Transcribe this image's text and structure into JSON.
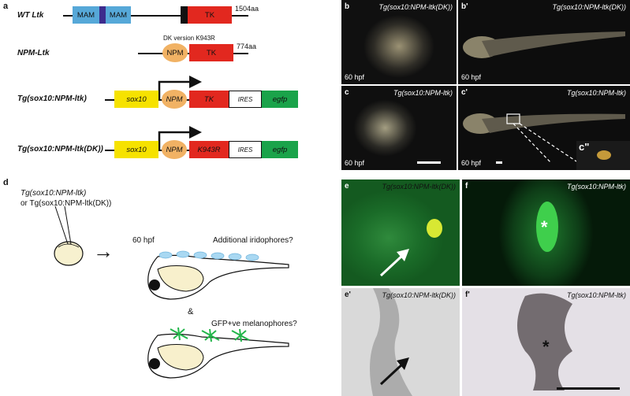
{
  "panel_labels": {
    "a": "a",
    "d": "d",
    "b": "b",
    "b2": "b'",
    "c": "c",
    "c2": "c'",
    "e": "e",
    "e2": "e'",
    "f": "f",
    "f2": "f'"
  },
  "constructs": [
    {
      "name": "WT Ltk",
      "length": "1504aa",
      "domains": [
        "MAM",
        "MAM",
        "TK"
      ]
    },
    {
      "name": "NPM-Ltk",
      "length": "774aa",
      "note": "DK version K943R",
      "domains": [
        "NPM",
        "TK"
      ]
    },
    {
      "name": "Tg(sox10:NPM-ltk)",
      "domains": [
        "sox10",
        "NPM",
        "TK",
        "IRES",
        "egfp"
      ]
    },
    {
      "name": "Tg(sox10:NPM-ltk(DK))",
      "domains": [
        "sox10",
        "NPM",
        "K943R",
        "IRES",
        "egfp"
      ]
    }
  ],
  "schematic_d": {
    "injection_line1": "Tg(sox10:NPM-ltk)",
    "injection_line2": "or Tg(sox10:NPM-ltk(DK))",
    "arrow": "→",
    "stage": "60 hpf",
    "question1": "Additional iridophores?",
    "amp": "&",
    "question2": "GFP+ve melanophores?"
  },
  "photos": {
    "b": {
      "title": "Tg(sox10:NPM-ltk(DK))",
      "stage": "60 hpf"
    },
    "b2": {
      "title": "Tg(sox10:NPM-ltk(DK))",
      "stage": "60 hpf"
    },
    "c": {
      "title": "Tg(sox10:NPM-ltk)",
      "stage": "60 hpf"
    },
    "c2": {
      "title": "Tg(sox10:NPM-ltk)",
      "stage": "60 hpf",
      "inset": "c\""
    },
    "e": {
      "title": "Tg(sox10:NPM-ltk(DK))"
    },
    "f": {
      "title": "Tg(sox10:NPM-ltk)",
      "marker": "*"
    },
    "e2": {
      "title": "Tg(sox10:NPM-ltk(DK))"
    },
    "f2": {
      "title": "Tg(sox10:NPM-ltk)",
      "marker": "*"
    }
  },
  "colors": {
    "mam": "#56a8d8",
    "tk": "#e2281f",
    "npm": "#f1b264",
    "sox10": "#f6e200",
    "egfp": "#1aa34a",
    "tm": "#3d2c8d"
  }
}
